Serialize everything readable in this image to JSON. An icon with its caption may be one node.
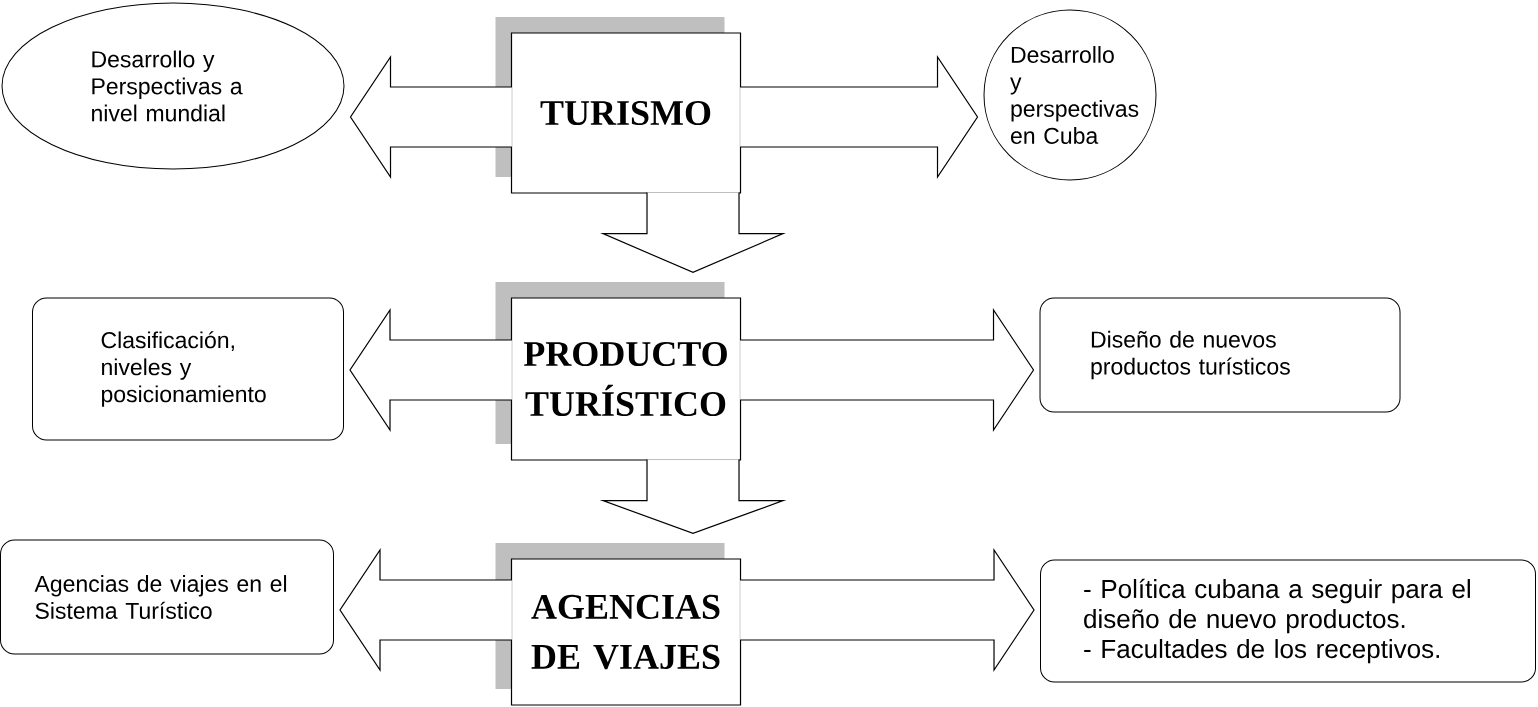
{
  "diagram": {
    "nodes": [
      {
        "text": [
          "Desarrollo y Perspectivas a nivel mundial"
        ]
      },
      {
        "text": [
          "TURISMO"
        ]
      },
      {
        "text": [
          "Desarrollo y perspectivas en Cuba"
        ]
      },
      {
        "text": [
          "Clasificación, niveles y posicionamiento"
        ]
      },
      {
        "text": [
          "PRODUCTO TURÍSTICO"
        ]
      },
      {
        "text": [
          "Diseño de nuevos productos turísticos"
        ]
      },
      {
        "text": [
          "Agencias de viajes en el Sistema Turístico"
        ]
      },
      {
        "text": [
          "AGENCIAS DE VIAJES"
        ]
      },
      {
        "text": [
          "- Política cubana a seguir para el diseño de nuevo productos.",
          "- Facultades de los receptivos."
        ]
      }
    ],
    "edges": [
      {
        "from": 1,
        "to": 0,
        "arrow": "to"
      },
      {
        "from": 1,
        "to": 2,
        "arrow": "to"
      },
      {
        "from": 1,
        "to": 4,
        "arrow": "to"
      },
      {
        "from": 4,
        "to": 3,
        "arrow": "to"
      },
      {
        "from": 4,
        "to": 5,
        "arrow": "to"
      },
      {
        "from": 4,
        "to": 7,
        "arrow": "to"
      },
      {
        "from": 7,
        "to": 6,
        "arrow": "to"
      },
      {
        "from": 7,
        "to": 8,
        "arrow": "to"
      }
    ]
  }
}
